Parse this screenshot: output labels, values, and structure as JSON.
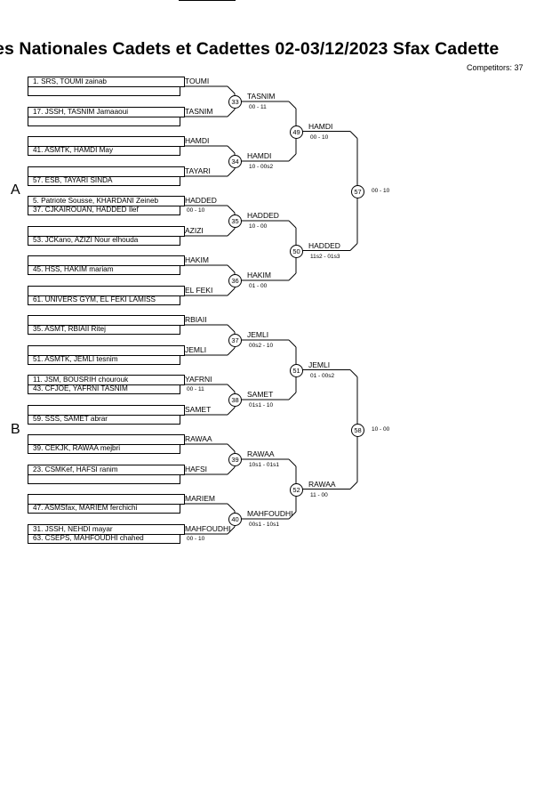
{
  "title": "es Nationales Cadets et Cadettes  02-03/12/2023  Sfax   Cadette",
  "competitors": "Competitors: 37",
  "pools": [
    "A",
    "B"
  ],
  "entries": [
    {
      "top": "1. SRS, TOUMI zainab",
      "bottom": ""
    },
    {
      "top": "17. JSSH, TASNIM Jamaaoui",
      "bottom": ""
    },
    {
      "top": "",
      "bottom": "41. ASMTK, HAMDI May"
    },
    {
      "top": "",
      "bottom": "57. ESB, TAYARI SINDA"
    },
    {
      "top": "5. Patriote Sousse, KHARDANI Zeineb",
      "bottom": "37. CJKAIROUAN, HADDED Ilef"
    },
    {
      "top": "",
      "bottom": "53. JCKano, AZIZI Nour elhouda"
    },
    {
      "top": "",
      "bottom": "45. HSS, HAKIM mariam"
    },
    {
      "top": "",
      "bottom": "61. UNIVERS GYM, EL FEKI LAMISS"
    },
    {
      "top": "",
      "bottom": "35. ASMT, RBIAII Ritej"
    },
    {
      "top": "",
      "bottom": "51. ASMTK, JEMLI tesnim"
    },
    {
      "top": "11. JSM, BOUSRIH chourouk",
      "bottom": "43. CFJOE, YAFRNI TASNIM"
    },
    {
      "top": "",
      "bottom": "59. SSS, SAMET abrar"
    },
    {
      "top": "",
      "bottom": "39. CEKJK, RAWAA mejbri"
    },
    {
      "top": "23. CSMKef, HAFSI ranim",
      "bottom": ""
    },
    {
      "top": "",
      "bottom": "47. ASMSfax, MARIEM ferchichi"
    },
    {
      "top": "31. JSSH, NEHDI mayar",
      "bottom": "63. CSEPS, MAHFOUDHI chahed"
    }
  ],
  "round1": [
    {
      "top": "TOUMI",
      "top_score": "",
      "bottom": "TASNIM",
      "bottom_score": ""
    },
    {
      "top": "HAMDI",
      "top_score": "",
      "bottom": "TAYARI",
      "bottom_score": ""
    },
    {
      "top": "HADDED",
      "top_score": "00 - 10",
      "bottom": "AZIZI",
      "bottom_score": ""
    },
    {
      "top": "HAKIM",
      "top_score": "",
      "bottom": "EL FEKI",
      "bottom_score": ""
    },
    {
      "top": "RBIAII",
      "top_score": "",
      "bottom": "JEMLI",
      "bottom_score": ""
    },
    {
      "top": "YAFRNI",
      "top_score": "00 - 11",
      "bottom": "SAMET",
      "bottom_score": ""
    },
    {
      "top": "RAWAA",
      "top_score": "",
      "bottom": "HAFSI",
      "bottom_score": ""
    },
    {
      "top": "MARIEM",
      "top_score": "",
      "bottom": "MAHFOUDHI",
      "bottom_score": "00 - 10"
    }
  ],
  "round2": [
    {
      "node": "33",
      "winner": "TASNIM",
      "score": "00 - 11"
    },
    {
      "node": "34",
      "winner": "HAMDI",
      "score": "10 - 00s2"
    },
    {
      "node": "35",
      "winner": "HADDED",
      "score": "10 - 00"
    },
    {
      "node": "36",
      "winner": "HAKIM",
      "score": "01 - 00"
    },
    {
      "node": "37",
      "winner": "JEMLI",
      "score": "00s2 - 10"
    },
    {
      "node": "38",
      "winner": "SAMET",
      "score": "01s1 - 10"
    },
    {
      "node": "39",
      "winner": "RAWAA",
      "score": "10s1 - 01s1"
    },
    {
      "node": "40",
      "winner": "MAHFOUDHI",
      "score": "00s1 - 10s1"
    }
  ],
  "round3": [
    {
      "node": "49",
      "winner": "HAMDI",
      "score": "00 - 10"
    },
    {
      "node": "50",
      "winner": "HADDED",
      "score": "11s2 - 01s3"
    },
    {
      "node": "51",
      "winner": "JEMLI",
      "score": "01 - 00s2"
    },
    {
      "node": "52",
      "winner": "RAWAA",
      "score": "11 - 00"
    }
  ],
  "round4": [
    {
      "node": "57",
      "score": "00 - 10"
    },
    {
      "node": "58",
      "score": "10 - 00"
    }
  ]
}
